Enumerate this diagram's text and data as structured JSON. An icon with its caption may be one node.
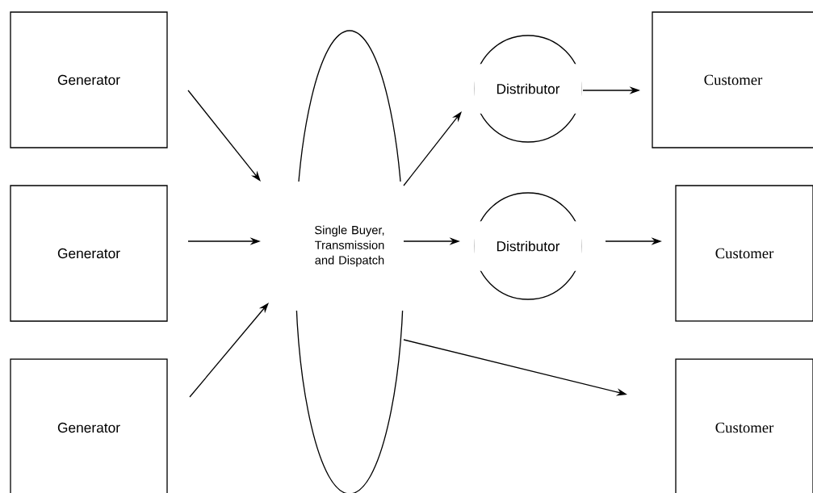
{
  "diagram": {
    "nodes": [
      {
        "text": [
          "Generator"
        ]
      },
      {
        "text": [
          "Generator"
        ]
      },
      {
        "text": [
          "Generator"
        ]
      },
      {
        "text": [
          "Single Buyer, Transmission and Dispatch"
        ]
      },
      {
        "text": [
          "Distributor"
        ]
      },
      {
        "text": [
          "Distributor"
        ]
      },
      {
        "text": [
          "Customer"
        ]
      },
      {
        "text": [
          "Customer"
        ]
      },
      {
        "text": [
          "Customer"
        ]
      }
    ],
    "edges": [
      {
        "from": 0,
        "to": 3,
        "arrow": "to"
      },
      {
        "from": 1,
        "to": 3,
        "arrow": "to"
      },
      {
        "from": 2,
        "to": 3,
        "arrow": "to"
      },
      {
        "from": 3,
        "to": 4,
        "arrow": "to"
      },
      {
        "from": 3,
        "to": 5,
        "arrow": "to"
      },
      {
        "from": 3,
        "to": 8,
        "arrow": "to"
      },
      {
        "from": 4,
        "to": 6,
        "arrow": "to"
      },
      {
        "from": 5,
        "to": 7,
        "arrow": "to"
      }
    ]
  }
}
